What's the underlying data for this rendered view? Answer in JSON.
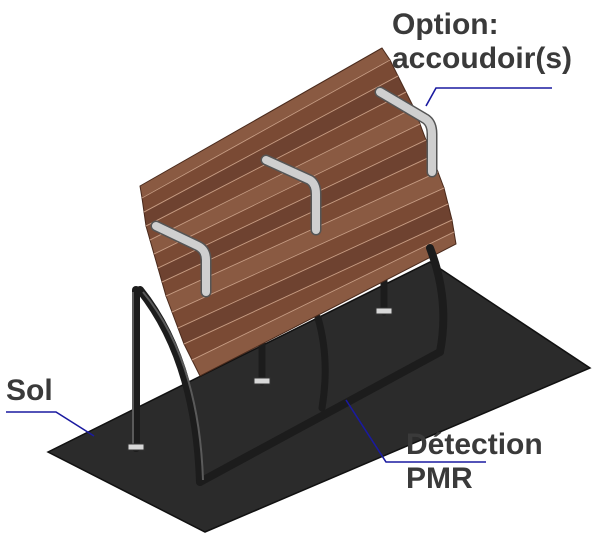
{
  "labels": {
    "option_line1": "Option:",
    "option_line2": "accoudoir(s)",
    "sol": "Sol",
    "detection_line1": "Détection",
    "detection_line2": "PMR"
  },
  "colors": {
    "ground_mat": "#2b2b2b",
    "wood_slat": "#7a4a34",
    "wood_slat_light": "#9a6a52",
    "metal": "#c9c9c9",
    "leader_line": "#1a1aa0",
    "label_text": "#3a3a3a"
  }
}
